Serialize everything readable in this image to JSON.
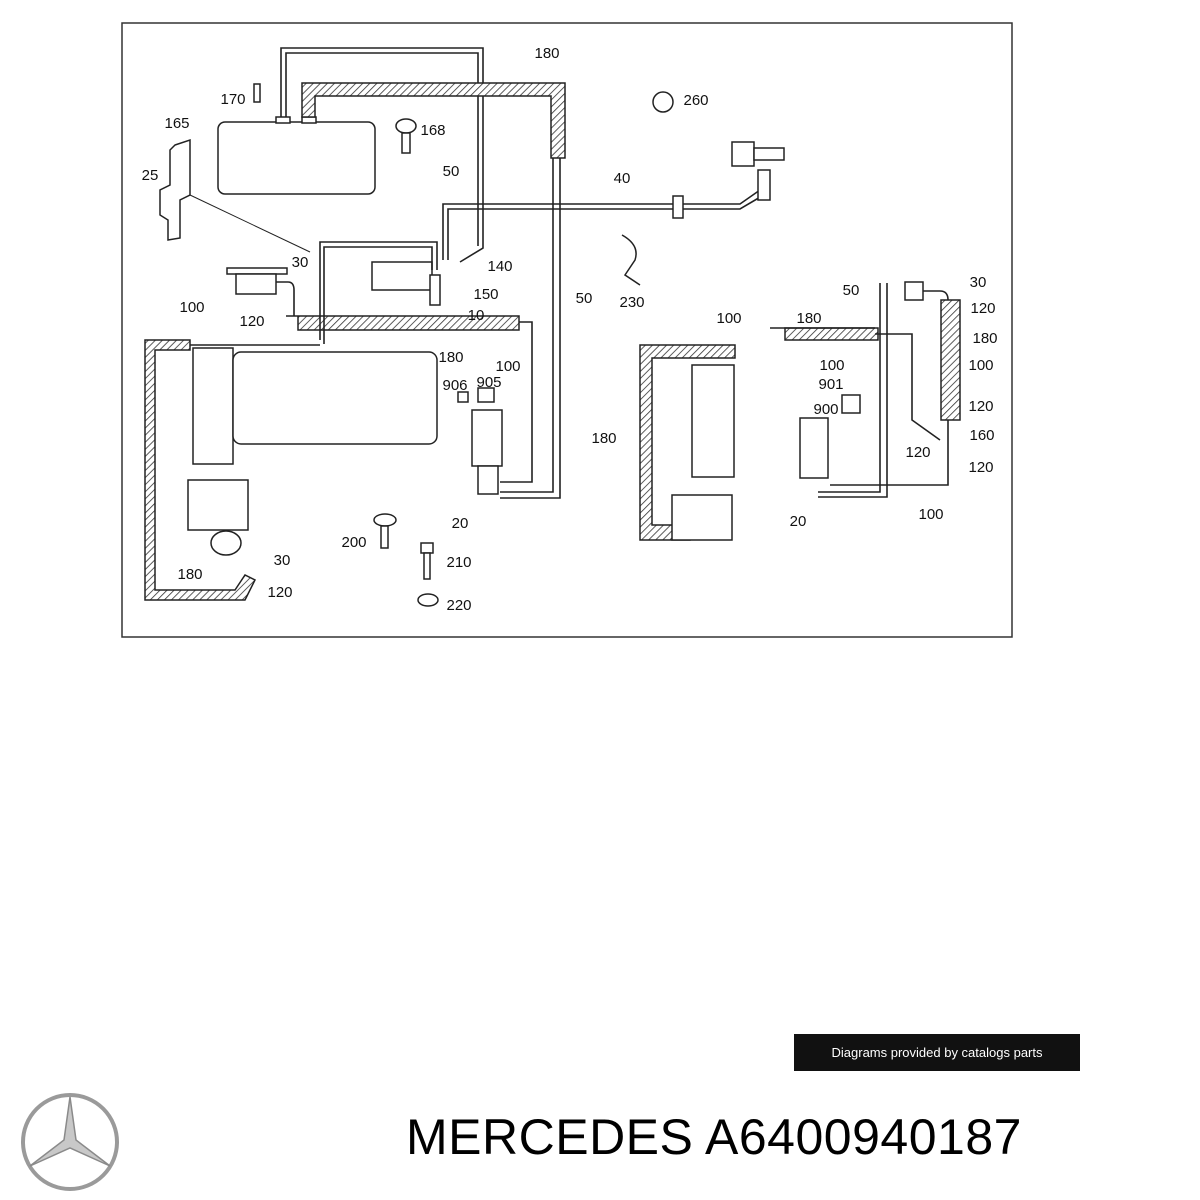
{
  "diagram": {
    "callouts": [
      "180",
      "170",
      "165",
      "168",
      "25",
      "50",
      "40",
      "260",
      "140",
      "30",
      "150",
      "120",
      "10",
      "100",
      "50",
      "230",
      "180",
      "100",
      "906",
      "905",
      "180",
      "200",
      "20",
      "30",
      "180",
      "120",
      "210",
      "220",
      "100",
      "180",
      "100",
      "901",
      "900",
      "20",
      "50",
      "30",
      "120",
      "180",
      "100",
      "120",
      "160",
      "120",
      "120",
      "100"
    ]
  },
  "credit": "Diagrams provided by catalogs parts",
  "product": {
    "brand": "MERCEDES",
    "part_number": "A6400940187",
    "logo": "Mercedes-Benz three-pointed star"
  },
  "colors": {
    "line": "#222222",
    "credit_bg": "#111111"
  }
}
